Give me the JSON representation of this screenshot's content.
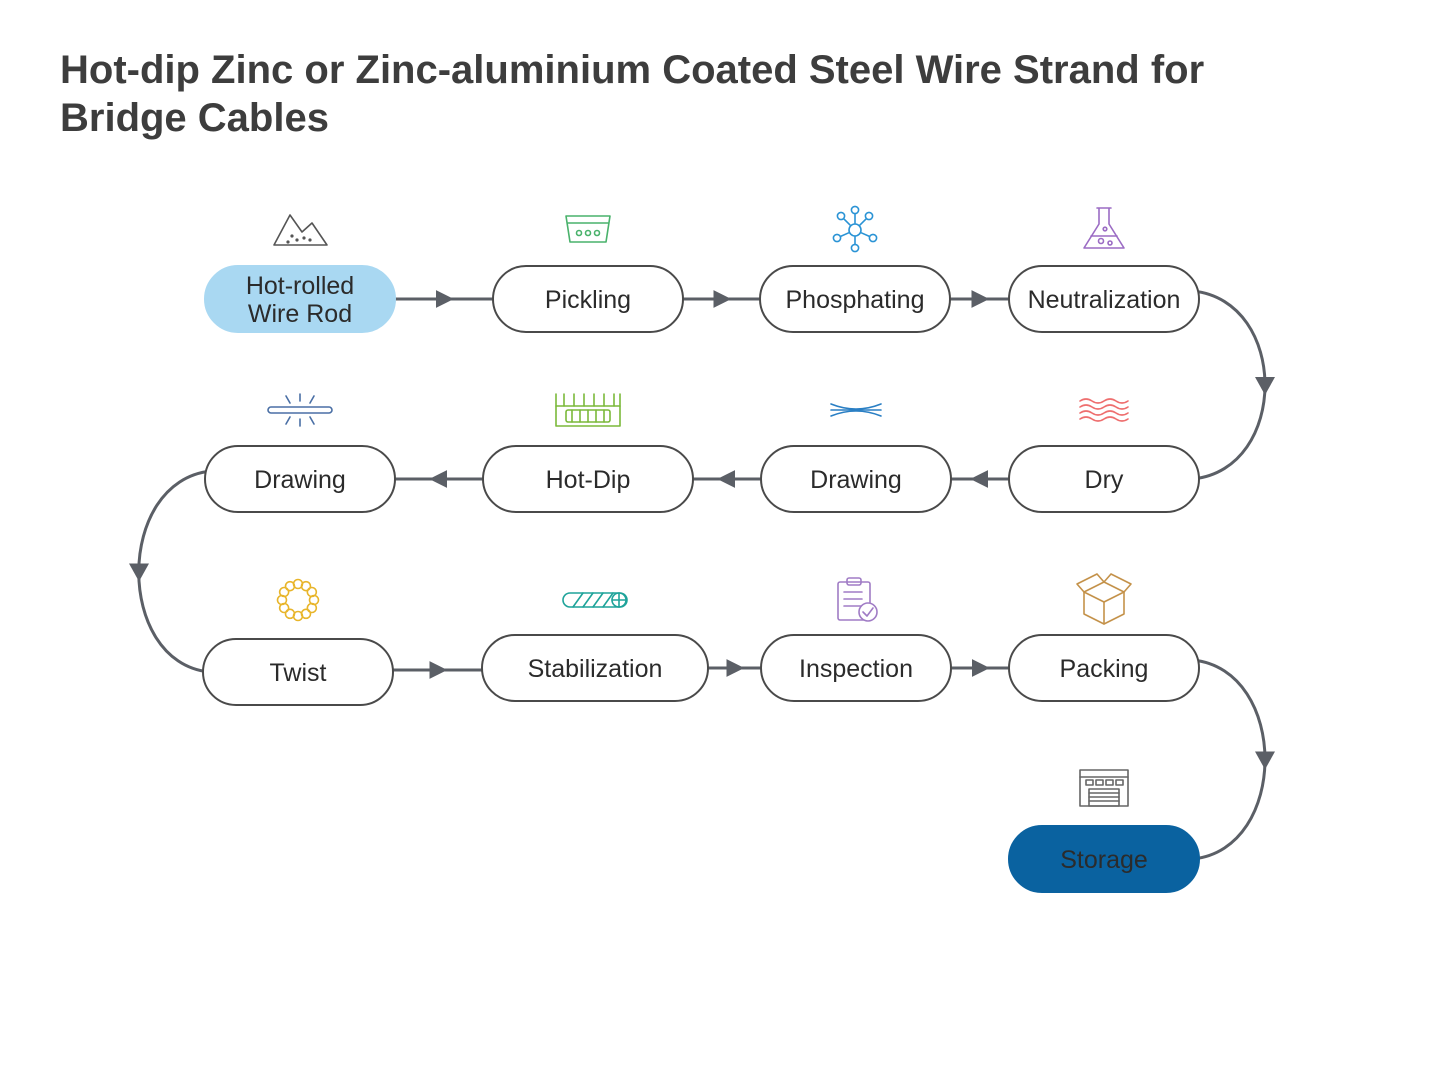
{
  "title": "Hot-dip Zinc or Zinc-aluminium Coated Steel Wire Strand for Bridge Cables",
  "colors": {
    "start_fill": "#a9d8f2",
    "end_fill": "#0a62a0",
    "node_border": "#4a4a4a",
    "connector": "#5b5f66",
    "text": "#2b2b2b"
  },
  "steps": [
    {
      "id": "hot-rolled-wire-rod",
      "lines": [
        "Hot-rolled",
        "Wire Rod"
      ],
      "icon": "mountain-icon",
      "icon_color": "#555555",
      "variant": "start"
    },
    {
      "id": "pickling",
      "lines": [
        "Pickling"
      ],
      "icon": "acid-bath-icon",
      "icon_color": "#49b26b",
      "variant": "normal"
    },
    {
      "id": "phosphating",
      "lines": [
        "Phosphating"
      ],
      "icon": "molecule-icon",
      "icon_color": "#2a93d5",
      "variant": "normal"
    },
    {
      "id": "neutralization",
      "lines": [
        "Neutralization"
      ],
      "icon": "flask-icon",
      "icon_color": "#9b6cc4",
      "variant": "normal"
    },
    {
      "id": "dry",
      "lines": [
        "Dry"
      ],
      "icon": "heat-waves-icon",
      "icon_color": "#ee6f6f",
      "variant": "normal"
    },
    {
      "id": "drawing-1",
      "lines": [
        "Drawing"
      ],
      "icon": "drawing-lines-icon",
      "icon_color": "#2a7fc4",
      "variant": "normal"
    },
    {
      "id": "hot-dip",
      "lines": [
        "Hot-Dip"
      ],
      "icon": "zinc-bath-icon",
      "icon_color": "#7bb93a",
      "variant": "normal"
    },
    {
      "id": "drawing-2",
      "lines": [
        "Drawing"
      ],
      "icon": "wire-rod-icon",
      "icon_color": "#4a6fa5",
      "variant": "normal"
    },
    {
      "id": "twist",
      "lines": [
        "Twist"
      ],
      "icon": "strand-ring-icon",
      "icon_color": "#e8b52a",
      "variant": "normal"
    },
    {
      "id": "stabilization",
      "lines": [
        "Stabilization"
      ],
      "icon": "strand-cable-icon",
      "icon_color": "#1fa39a",
      "variant": "normal"
    },
    {
      "id": "inspection",
      "lines": [
        "Inspection"
      ],
      "icon": "clipboard-check-icon",
      "icon_color": "#a07cc5",
      "variant": "normal"
    },
    {
      "id": "packing",
      "lines": [
        "Packing"
      ],
      "icon": "box-icon",
      "icon_color": "#c4924a",
      "variant": "normal"
    },
    {
      "id": "storage",
      "lines": [
        "Storage"
      ],
      "icon": "warehouse-icon",
      "icon_color": "#666666",
      "variant": "end"
    }
  ]
}
